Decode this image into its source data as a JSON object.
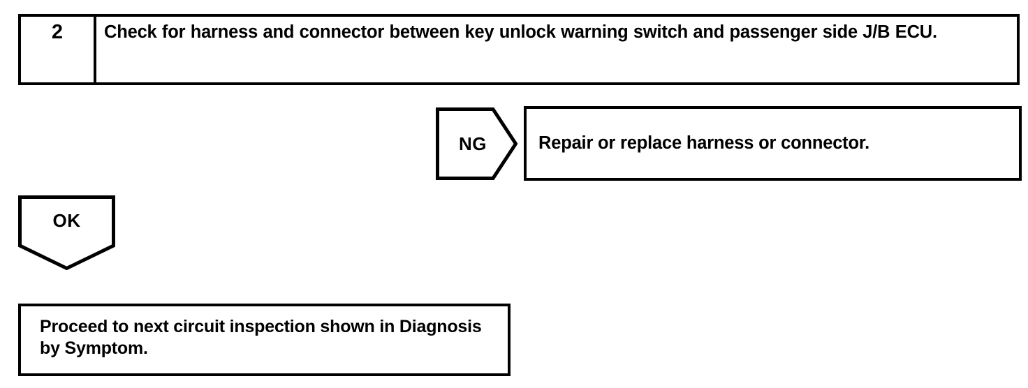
{
  "diagram": {
    "type": "troubleshooting-flowchart",
    "background_color": "#ffffff",
    "line_color": "#000000",
    "text_color": "#000000"
  },
  "step": {
    "number": "2",
    "instruction": "Check for harness and connector between key unlock warning switch and passenger side J/B ECU."
  },
  "branches": {
    "ng": {
      "label": "NG",
      "shape": "right-pointing-chevron",
      "outcome": "Repair or replace harness or connector."
    },
    "ok": {
      "label": "OK",
      "shape": "down-pointing-pentagon",
      "outcome": "Proceed to next circuit inspection shown in Diagnosis by Symptom."
    }
  },
  "result_boxes": {
    "repair": "Repair or replace harness or connector.",
    "proceed": "Proceed to next circuit inspection shown in Diagnosis by Symptom."
  }
}
